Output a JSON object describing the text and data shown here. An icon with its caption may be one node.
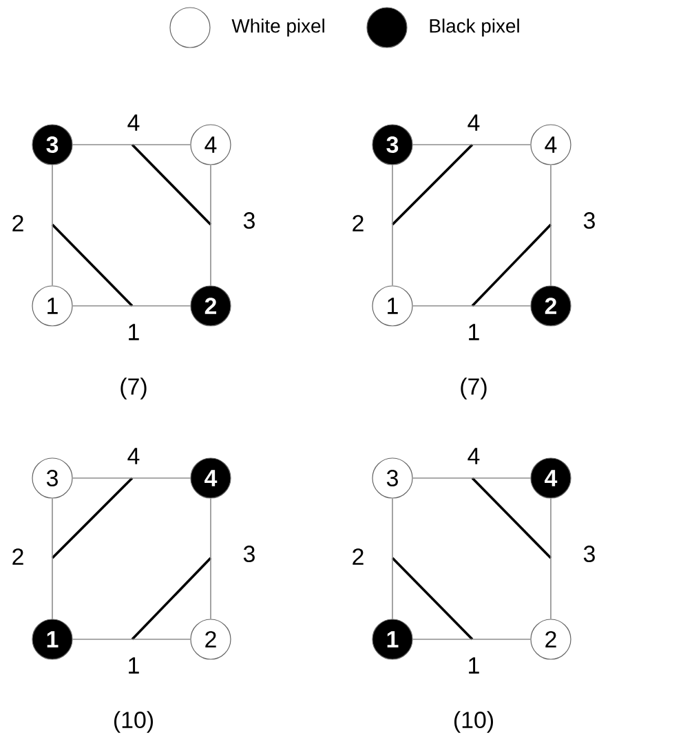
{
  "diagram": {
    "nodes": [
      {
        "text": [
          "3"
        ]
      },
      {
        "text": [
          "4"
        ]
      },
      {
        "text": [
          "1"
        ]
      },
      {
        "text": [
          "2"
        ]
      },
      {
        "text": [
          "3"
        ]
      },
      {
        "text": [
          "4"
        ]
      },
      {
        "text": [
          "1"
        ]
      },
      {
        "text": [
          "2"
        ]
      },
      {
        "text": [
          "3"
        ]
      },
      {
        "text": [
          "4"
        ]
      },
      {
        "text": [
          "1"
        ]
      },
      {
        "text": [
          "2"
        ]
      },
      {
        "text": [
          "3"
        ]
      },
      {
        "text": [
          "4"
        ]
      },
      {
        "text": [
          "1"
        ]
      },
      {
        "text": [
          "2"
        ]
      }
    ],
    "edges": [
      {
        "from": 0,
        "to": 1,
        "arrow": "none"
      },
      {
        "from": 0,
        "to": 2,
        "arrow": "none"
      },
      {
        "from": 1,
        "to": 3,
        "arrow": "none"
      },
      {
        "from": 2,
        "to": 3,
        "arrow": "none"
      },
      {
        "from": 4,
        "to": 5,
        "arrow": "none"
      },
      {
        "from": 4,
        "to": 6,
        "arrow": "none"
      },
      {
        "from": 5,
        "to": 7,
        "arrow": "none"
      },
      {
        "from": 6,
        "to": 7,
        "arrow": "none"
      },
      {
        "from": 8,
        "to": 9,
        "arrow": "none"
      },
      {
        "from": 8,
        "to": 10,
        "arrow": "none"
      },
      {
        "from": 9,
        "to": 11,
        "arrow": "none"
      },
      {
        "from": 10,
        "to": 11,
        "arrow": "none"
      },
      {
        "from": 12,
        "to": 13,
        "arrow": "none"
      },
      {
        "from": 12,
        "to": 14,
        "arrow": "none"
      },
      {
        "from": 13,
        "to": 15,
        "arrow": "none"
      },
      {
        "from": 14,
        "to": 15,
        "arrow": "none"
      }
    ],
    "labels": [
      "4",
      "2",
      "3",
      "1",
      "(7)",
      "4",
      "2",
      "3",
      "1",
      "(7)",
      "4",
      "2",
      "3",
      "1",
      "(10)",
      "4",
      "2",
      "3",
      "1",
      "(10)"
    ],
    "legend": [
      {
        "text": "White pixel"
      },
      {
        "text": "Black pixel"
      }
    ]
  }
}
